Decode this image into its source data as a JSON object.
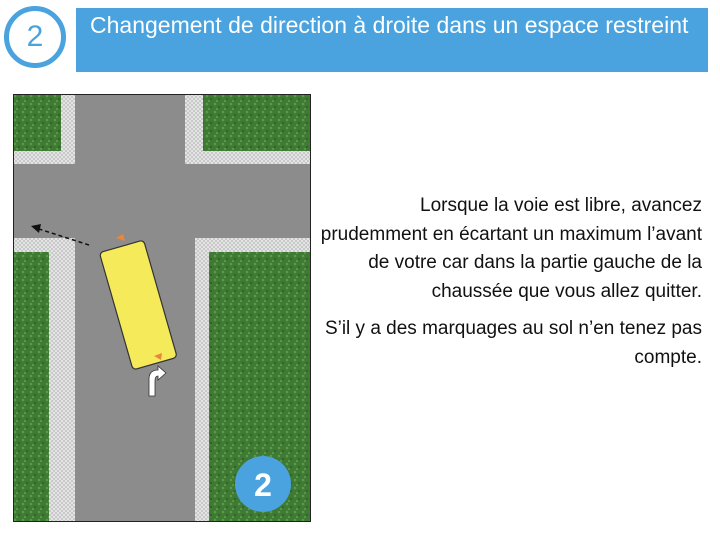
{
  "header": {
    "step_number": "2",
    "title": "Changement de direction à droite dans un espace restreint"
  },
  "diagram": {
    "badge_number": "2",
    "colors": {
      "road": "#8c8c8c",
      "grass": "#3f7a34",
      "bus": "#f5ea5a",
      "badge": "#4aa3df",
      "indicator": "#e8873a"
    }
  },
  "body": {
    "paragraph_1": "Lorsque la voie est libre, avancez prudemment en écartant un maximum l’avant de votre car dans la partie gauche de la chaussée que vous allez quitter.",
    "paragraph_2": "S’il y a des marquages au sol n’en tenez pas compte."
  }
}
